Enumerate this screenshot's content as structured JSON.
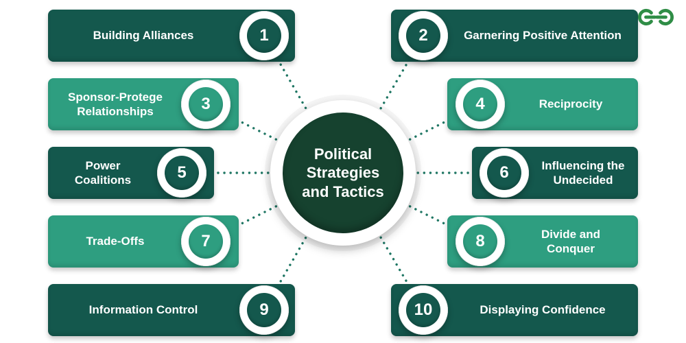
{
  "center": {
    "title": "Political Strategies and Tactics"
  },
  "items": [
    {
      "num": "1",
      "label": "Building Alliances"
    },
    {
      "num": "2",
      "label": "Garnering Positive Attention"
    },
    {
      "num": "3",
      "label": "Sponsor-Protege Relationships"
    },
    {
      "num": "4",
      "label": "Reciprocity"
    },
    {
      "num": "5",
      "label": "Power Coalitions"
    },
    {
      "num": "6",
      "label": "Influencing the Undecided"
    },
    {
      "num": "7",
      "label": "Trade-Offs"
    },
    {
      "num": "8",
      "label": "Divide and Conquer"
    },
    {
      "num": "9",
      "label": "Information Control"
    },
    {
      "num": "10",
      "label": "Displaying Confidence"
    }
  ],
  "colors": {
    "dark_bar": "#14584d",
    "light_bar": "#2e9e80",
    "center_circle": "#16422f",
    "connector_dots": "#1e7663",
    "logo_green": "#2f8d46",
    "text_on_green": "#ffffff"
  },
  "logo": {
    "name": "geeksforgeeks-logo"
  }
}
